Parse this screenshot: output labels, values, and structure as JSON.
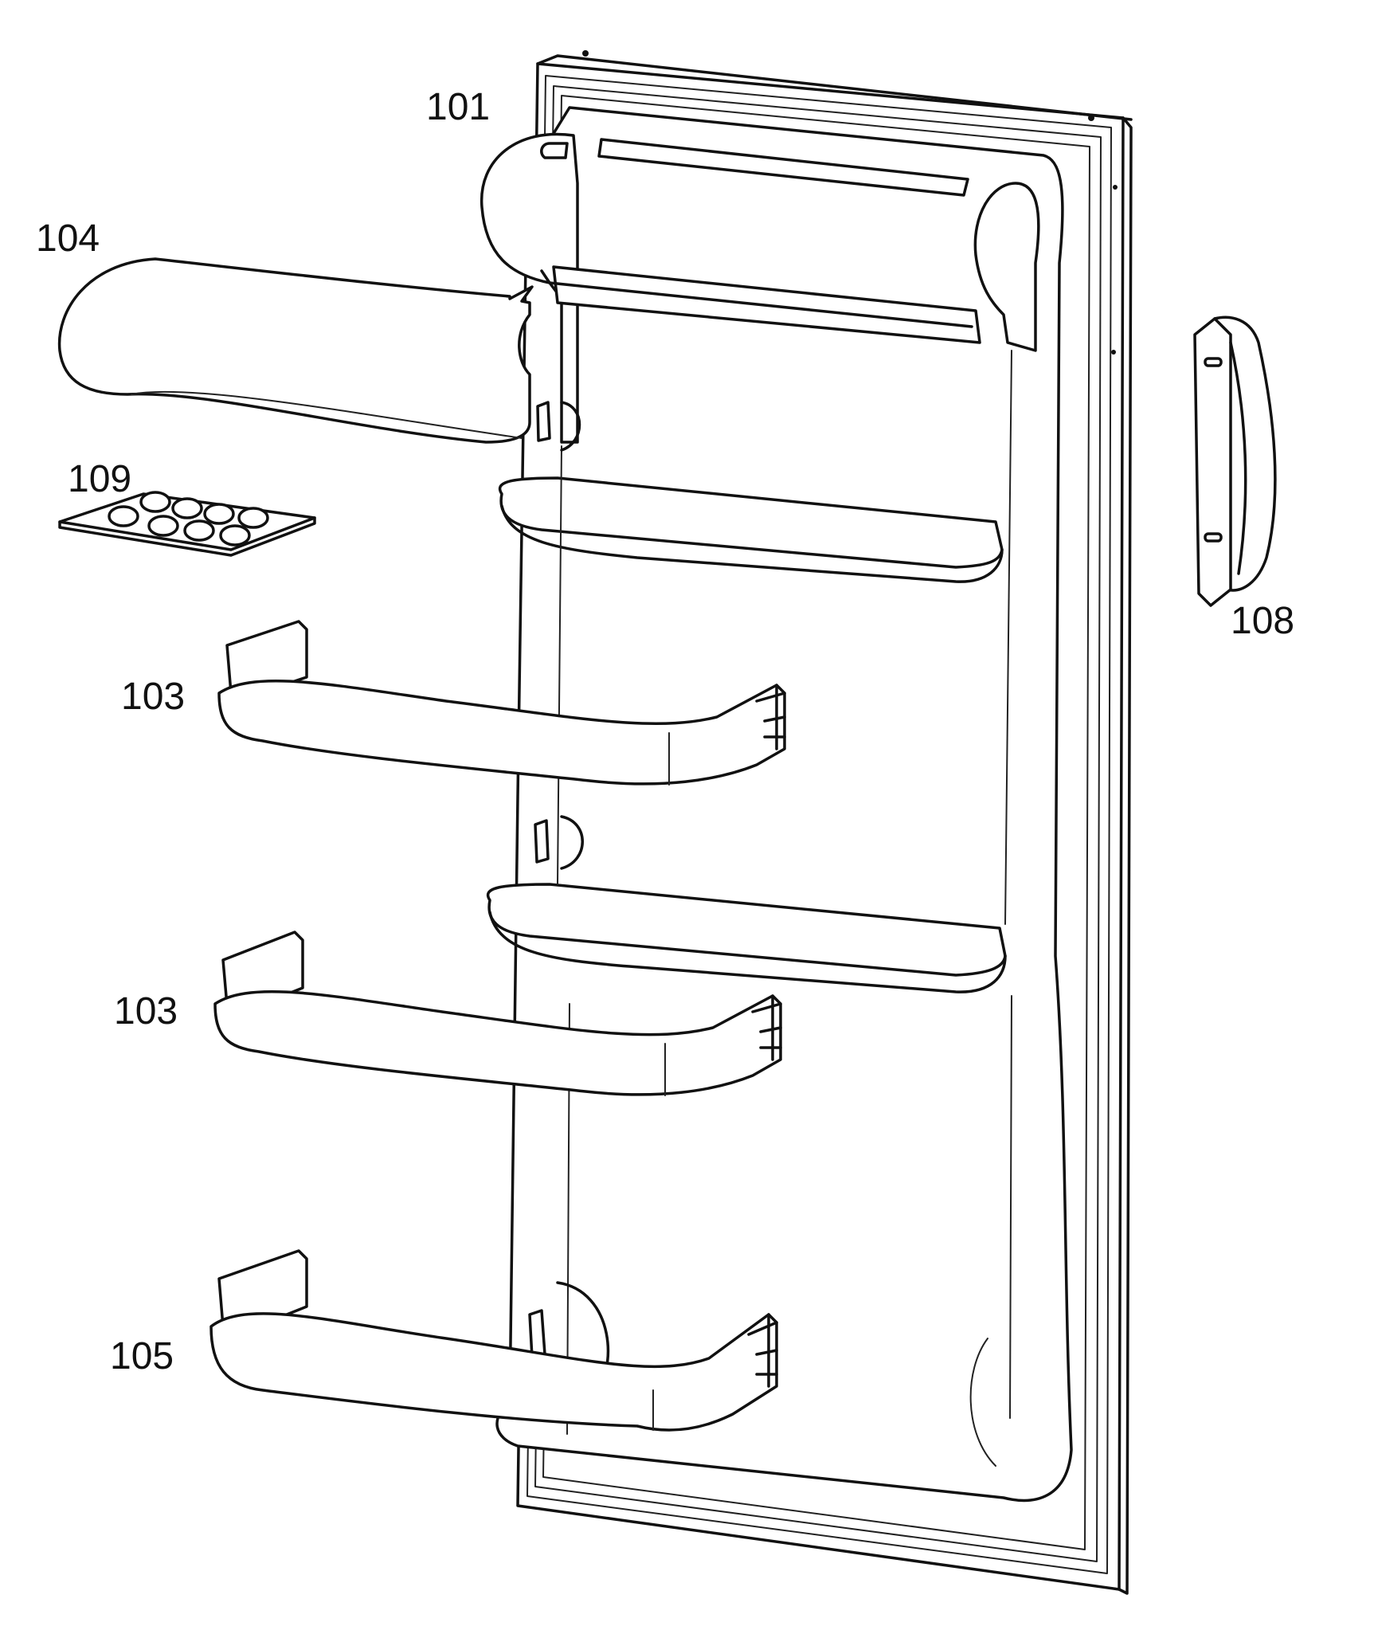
{
  "figure": {
    "colors": {
      "line": "#111111",
      "background": "#ffffff"
    },
    "labels": {
      "door_liner": "101",
      "shelf_cover": "104",
      "egg_tray": "109",
      "door_bin_upper": "103",
      "door_bin_middle": "103",
      "door_bin_lower": "105",
      "handle": "108"
    }
  }
}
